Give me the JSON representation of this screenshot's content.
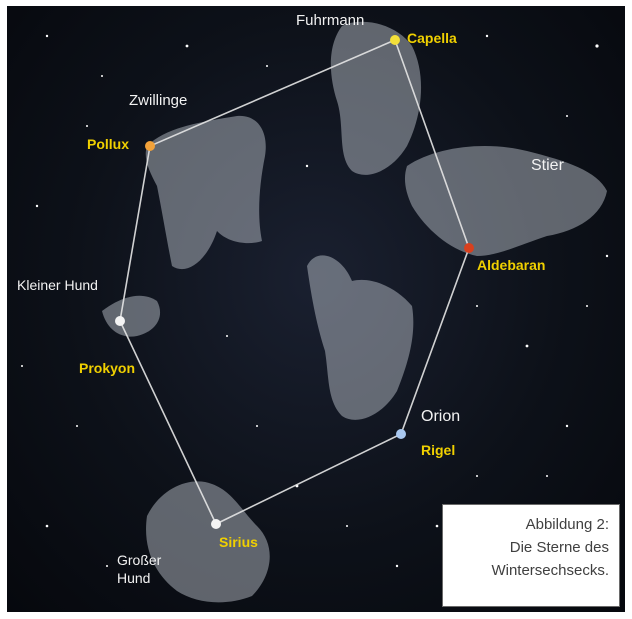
{
  "figure": {
    "constellations": {
      "fuhrmann": "Fuhrmann",
      "zwillinge": "Zwillinge",
      "stier": "Stier",
      "kleiner_hund": "Kleiner Hund",
      "orion": "Orion",
      "grosser_hund_1": "Großer",
      "grosser_hund_2": "Hund"
    },
    "stars": {
      "capella": "Capella",
      "pollux": "Pollux",
      "aldebaran": "Aldebaran",
      "prokyon": "Prokyon",
      "rigel": "Rigel",
      "sirius": "Sirius"
    },
    "star_colors": {
      "capella": "#f4e03a",
      "pollux": "#f2a23a",
      "aldebaran": "#d8401e",
      "prokyon": "#f4f4f4",
      "rigel": "#a9c8f0",
      "sirius": "#f4f4f4"
    },
    "label_color": "#f0d000",
    "line_color": "#e6e6e6"
  },
  "caption": {
    "line1": "Abbildung 2:",
    "line2": "Die Sterne des",
    "line3": "Wintersechsecks."
  }
}
